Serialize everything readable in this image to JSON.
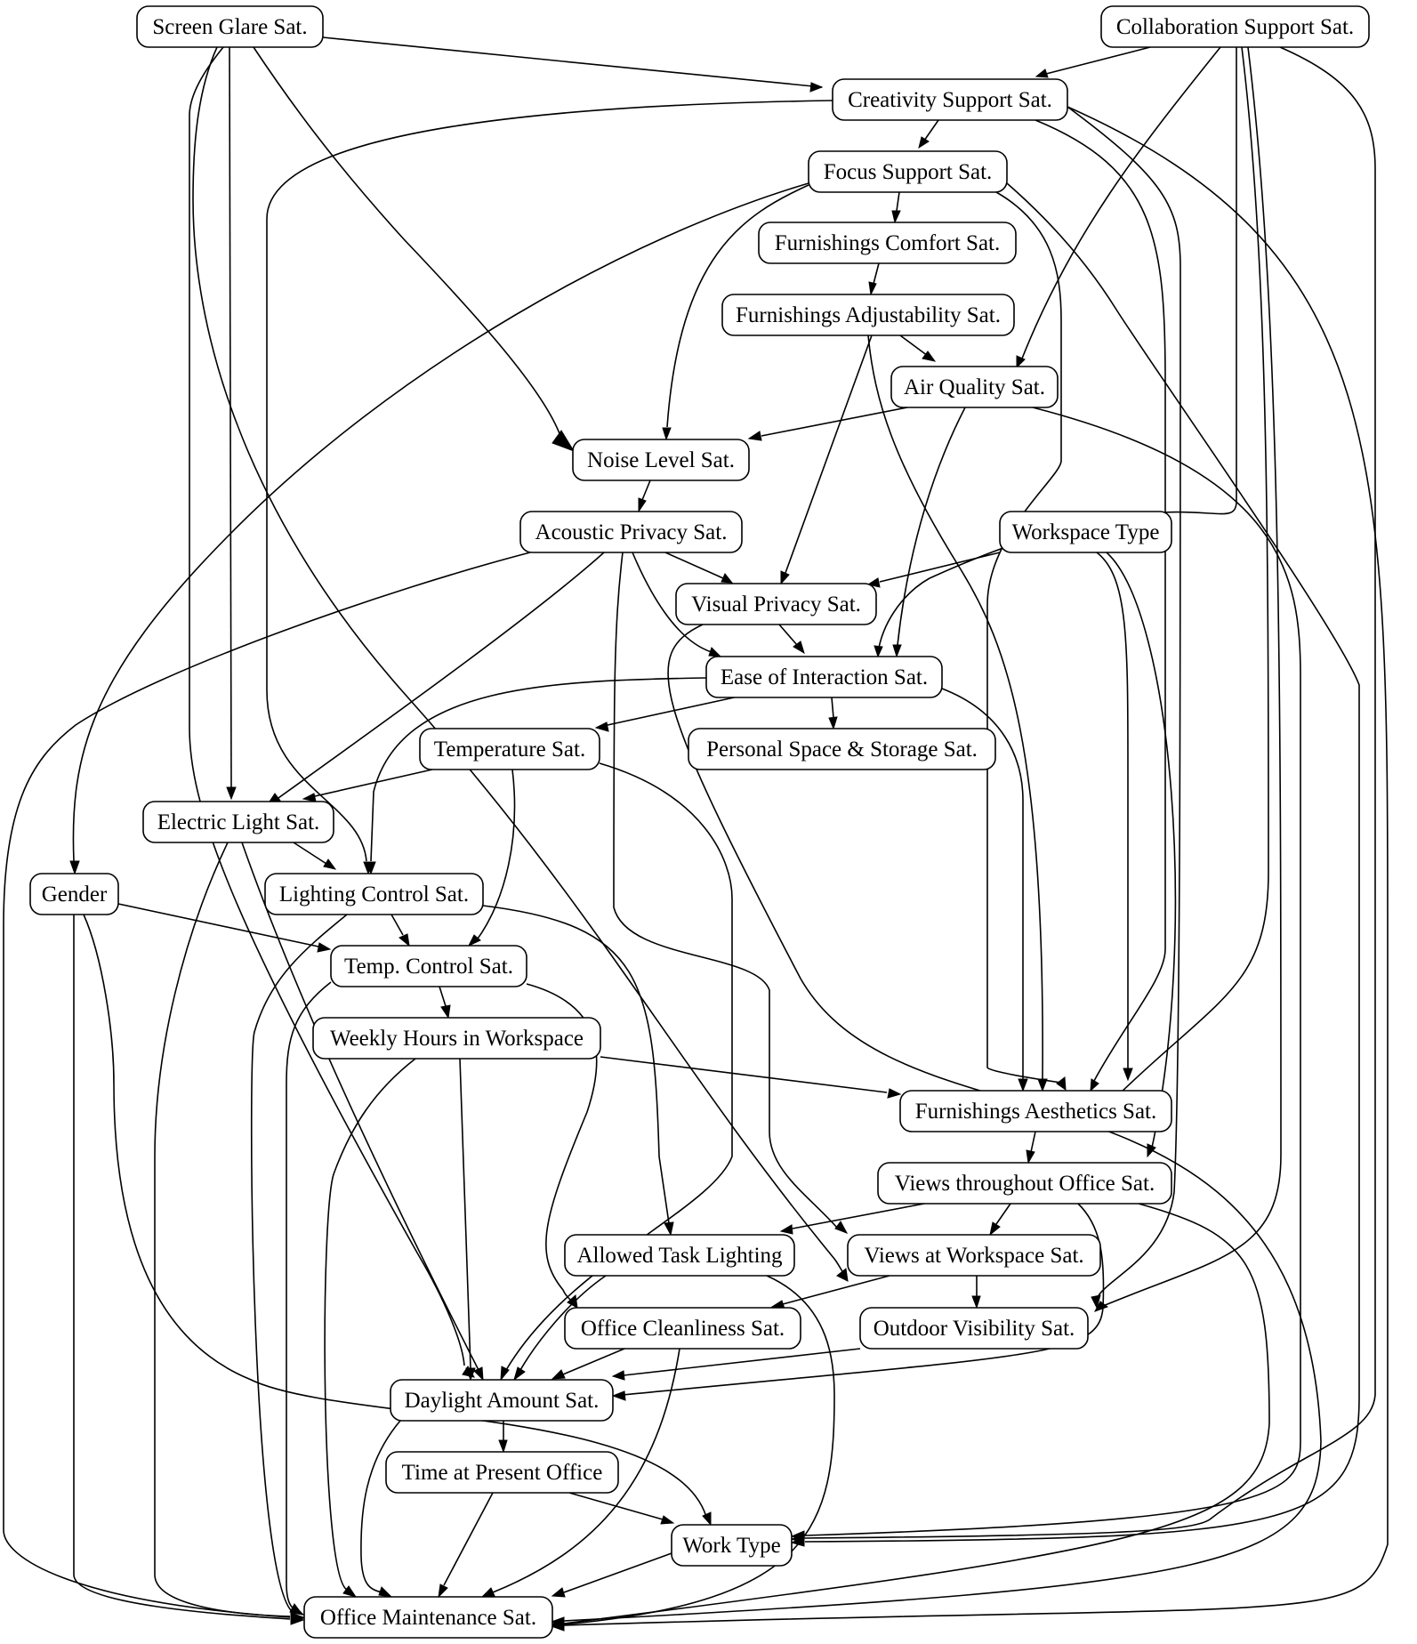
{
  "diagram": {
    "nodes": [
      {
        "id": "screen_glare",
        "label": "Screen Glare Sat."
      },
      {
        "id": "collab",
        "label": "Collaboration Support Sat."
      },
      {
        "id": "creativity",
        "label": "Creativity Support Sat."
      },
      {
        "id": "focus",
        "label": "Focus Support Sat."
      },
      {
        "id": "furn_comfort",
        "label": "Furnishings Comfort Sat."
      },
      {
        "id": "furn_adjust",
        "label": "Furnishings Adjustability Sat."
      },
      {
        "id": "air_quality",
        "label": "Air Quality Sat."
      },
      {
        "id": "noise",
        "label": "Noise Level Sat."
      },
      {
        "id": "acoustic",
        "label": "Acoustic Privacy Sat."
      },
      {
        "id": "workspace_type",
        "label": "Workspace Type"
      },
      {
        "id": "visual_privacy",
        "label": "Visual Privacy Sat."
      },
      {
        "id": "ease",
        "label": "Ease of Interaction Sat."
      },
      {
        "id": "temperature",
        "label": "Temperature Sat."
      },
      {
        "id": "personal_space",
        "label": "Personal Space & Storage Sat."
      },
      {
        "id": "electric_light",
        "label": "Electric Light Sat."
      },
      {
        "id": "gender",
        "label": "Gender"
      },
      {
        "id": "lighting_control",
        "label": "Lighting Control Sat."
      },
      {
        "id": "temp_control",
        "label": "Temp. Control Sat."
      },
      {
        "id": "weekly_hours",
        "label": "Weekly Hours in Workspace"
      },
      {
        "id": "furn_aesthetics",
        "label": "Furnishings Aesthetics Sat."
      },
      {
        "id": "views_office",
        "label": "Views throughout Office Sat."
      },
      {
        "id": "task_lighting",
        "label": "Allowed Task Lighting"
      },
      {
        "id": "views_workspace",
        "label": "Views at Workspace Sat."
      },
      {
        "id": "cleanliness",
        "label": "Office Cleanliness Sat."
      },
      {
        "id": "outdoor",
        "label": "Outdoor Visibility Sat."
      },
      {
        "id": "daylight",
        "label": "Daylight Amount Sat."
      },
      {
        "id": "time_office",
        "label": "Time at Present Office"
      },
      {
        "id": "work_type",
        "label": "Work Type"
      },
      {
        "id": "maintenance",
        "label": "Office Maintenance Sat."
      }
    ],
    "edges": [
      [
        "screen_glare",
        "creativity"
      ],
      [
        "screen_glare",
        "noise"
      ],
      [
        "screen_glare",
        "electric_light"
      ],
      [
        "screen_glare",
        "daylight"
      ],
      [
        "screen_glare",
        "outdoor"
      ],
      [
        "collab",
        "creativity"
      ],
      [
        "collab",
        "air_quality"
      ],
      [
        "collab",
        "ease"
      ],
      [
        "collab",
        "furn_aesthetics"
      ],
      [
        "collab",
        "outdoor"
      ],
      [
        "collab",
        "work_type"
      ],
      [
        "creativity",
        "focus"
      ],
      [
        "creativity",
        "lighting_control"
      ],
      [
        "creativity",
        "furn_aesthetics"
      ],
      [
        "creativity",
        "outdoor"
      ],
      [
        "creativity",
        "maintenance"
      ],
      [
        "focus",
        "furn_comfort"
      ],
      [
        "focus",
        "noise"
      ],
      [
        "focus",
        "gender"
      ],
      [
        "focus",
        "furn_aesthetics"
      ],
      [
        "focus",
        "work_type"
      ],
      [
        "furn_comfort",
        "furn_adjust"
      ],
      [
        "furn_adjust",
        "air_quality"
      ],
      [
        "furn_adjust",
        "visual_privacy"
      ],
      [
        "furn_adjust",
        "furn_aesthetics"
      ],
      [
        "air_quality",
        "noise"
      ],
      [
        "air_quality",
        "ease"
      ],
      [
        "air_quality",
        "work_type"
      ],
      [
        "noise",
        "acoustic"
      ],
      [
        "acoustic",
        "visual_privacy"
      ],
      [
        "acoustic",
        "ease"
      ],
      [
        "acoustic",
        "electric_light"
      ],
      [
        "acoustic",
        "views_workspace"
      ],
      [
        "acoustic",
        "maintenance"
      ],
      [
        "workspace_type",
        "visual_privacy"
      ],
      [
        "workspace_type",
        "furn_aesthetics"
      ],
      [
        "workspace_type",
        "views_office"
      ],
      [
        "visual_privacy",
        "ease"
      ],
      [
        "visual_privacy",
        "maintenance"
      ],
      [
        "ease",
        "temperature"
      ],
      [
        "ease",
        "personal_space"
      ],
      [
        "ease",
        "lighting_control"
      ],
      [
        "ease",
        "furn_aesthetics"
      ],
      [
        "temperature",
        "electric_light"
      ],
      [
        "temperature",
        "temp_control"
      ],
      [
        "temperature",
        "daylight"
      ],
      [
        "electric_light",
        "lighting_control"
      ],
      [
        "electric_light",
        "daylight"
      ],
      [
        "electric_light",
        "maintenance"
      ],
      [
        "gender",
        "temp_control"
      ],
      [
        "gender",
        "work_type"
      ],
      [
        "gender",
        "maintenance"
      ],
      [
        "lighting_control",
        "temp_control"
      ],
      [
        "lighting_control",
        "task_lighting"
      ],
      [
        "lighting_control",
        "maintenance"
      ],
      [
        "temp_control",
        "weekly_hours"
      ],
      [
        "temp_control",
        "cleanliness"
      ],
      [
        "temp_control",
        "maintenance"
      ],
      [
        "weekly_hours",
        "furn_aesthetics"
      ],
      [
        "weekly_hours",
        "daylight"
      ],
      [
        "weekly_hours",
        "maintenance"
      ],
      [
        "furn_aesthetics",
        "views_office"
      ],
      [
        "views_office",
        "task_lighting"
      ],
      [
        "views_office",
        "views_workspace"
      ],
      [
        "views_office",
        "daylight"
      ],
      [
        "views_office",
        "maintenance"
      ],
      [
        "task_lighting",
        "daylight"
      ],
      [
        "task_lighting",
        "maintenance"
      ],
      [
        "views_workspace",
        "cleanliness"
      ],
      [
        "views_workspace",
        "outdoor"
      ],
      [
        "cleanliness",
        "daylight"
      ],
      [
        "cleanliness",
        "maintenance"
      ],
      [
        "outdoor",
        "daylight"
      ],
      [
        "daylight",
        "time_office"
      ],
      [
        "daylight",
        "maintenance"
      ],
      [
        "time_office",
        "work_type"
      ],
      [
        "time_office",
        "maintenance"
      ],
      [
        "work_type",
        "maintenance"
      ]
    ]
  }
}
